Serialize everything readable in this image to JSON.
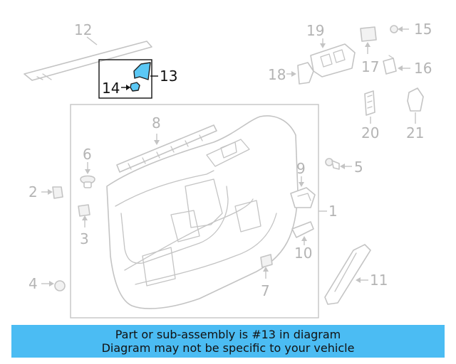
{
  "diagram": {
    "callouts": [
      {
        "id": "1",
        "label": "1"
      },
      {
        "id": "2",
        "label": "2"
      },
      {
        "id": "3",
        "label": "3"
      },
      {
        "id": "4",
        "label": "4"
      },
      {
        "id": "5",
        "label": "5"
      },
      {
        "id": "6",
        "label": "6"
      },
      {
        "id": "7",
        "label": "7"
      },
      {
        "id": "8",
        "label": "8"
      },
      {
        "id": "9",
        "label": "9"
      },
      {
        "id": "10",
        "label": "10"
      },
      {
        "id": "11",
        "label": "11"
      },
      {
        "id": "12",
        "label": "12"
      },
      {
        "id": "13",
        "label": "13"
      },
      {
        "id": "14",
        "label": "14"
      },
      {
        "id": "15",
        "label": "15"
      },
      {
        "id": "16",
        "label": "16"
      },
      {
        "id": "17",
        "label": "17"
      },
      {
        "id": "18",
        "label": "18"
      },
      {
        "id": "19",
        "label": "19"
      },
      {
        "id": "20",
        "label": "20"
      },
      {
        "id": "21",
        "label": "21"
      }
    ],
    "highlighted_part": "13",
    "colors": {
      "highlight": "#5bc8f5",
      "linework": "#c4c4c4",
      "banner": "#4bbcf3"
    }
  },
  "banner": {
    "line1": "Part or sub-assembly is #13 in diagram",
    "line2": "Diagram may not be specific to your vehicle"
  }
}
